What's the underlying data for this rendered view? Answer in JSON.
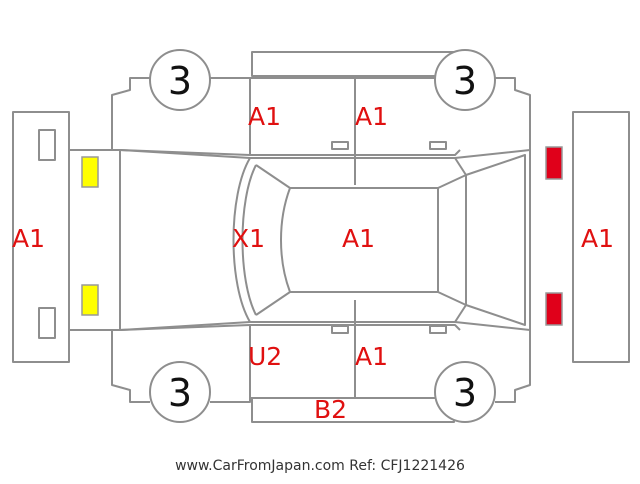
{
  "labels": {
    "front_bumper": "A1",
    "rear_bumper": "A1",
    "hood": "X1",
    "roof": "A1",
    "front_left_door": "A1",
    "rear_left_door": "A1",
    "front_right_door": "U2",
    "rear_right_door": "A1",
    "right_sill": "B2"
  },
  "tires": {
    "front_left": "3",
    "rear_left": "3",
    "front_right": "3",
    "rear_right": "3"
  },
  "watermark": "www.CarFromJapan.com Ref: CFJ1221426",
  "colors": {
    "code_text": "#e01010",
    "headlight": "#ffff00",
    "taillight": "#e0001a",
    "outline": "#8e8e8e"
  }
}
